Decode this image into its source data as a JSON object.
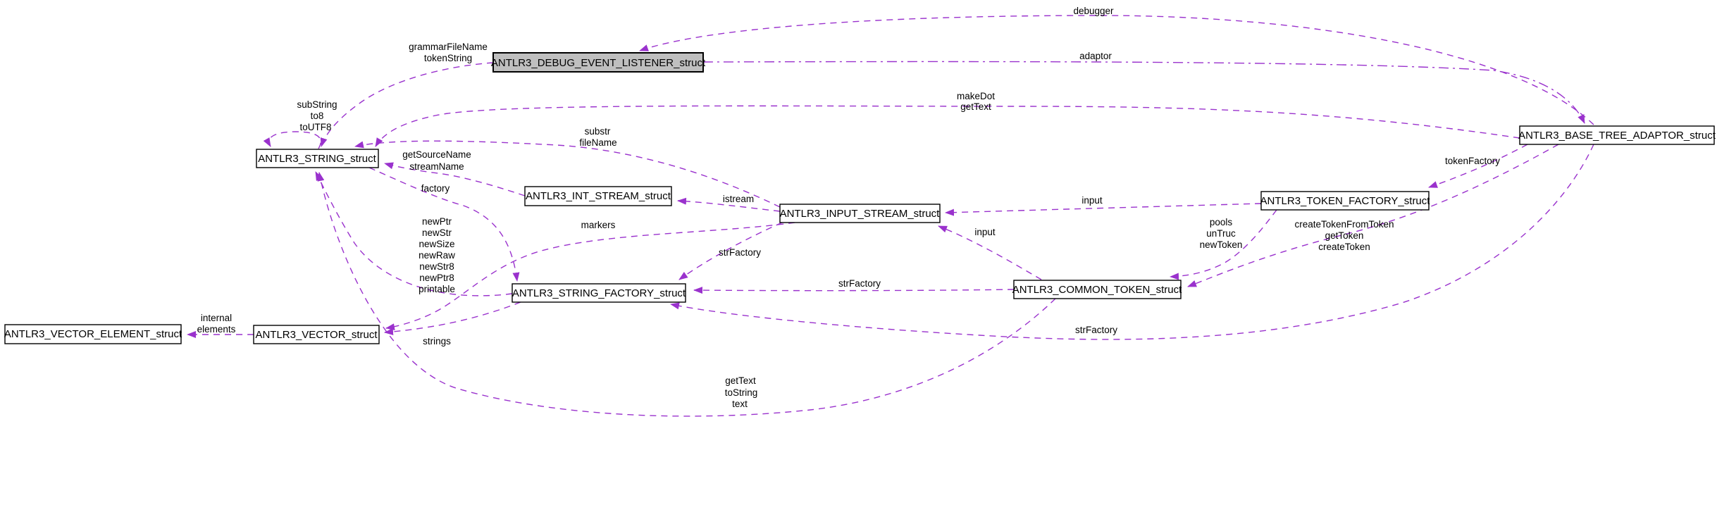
{
  "diagram_type": "collaboration-graph",
  "colors": {
    "edge": "#9a32cd",
    "node_border": "#000000",
    "node_fill": "#ffffff",
    "highlight_fill": "#bfbfbf",
    "text": "#000000",
    "background": "#ffffff"
  },
  "nodes": [
    {
      "id": "debug_event_listener",
      "label": "ANTLR3_DEBUG_EVENT_LISTENER_struct",
      "highlighted": true
    },
    {
      "id": "string",
      "label": "ANTLR3_STRING_struct",
      "highlighted": false
    },
    {
      "id": "int_stream",
      "label": "ANTLR3_INT_STREAM_struct",
      "highlighted": false
    },
    {
      "id": "input_stream",
      "label": "ANTLR3_INPUT_STREAM_struct",
      "highlighted": false
    },
    {
      "id": "token_factory",
      "label": "ANTLR3_TOKEN_FACTORY_struct",
      "highlighted": false
    },
    {
      "id": "base_tree_adaptor",
      "label": "ANTLR3_BASE_TREE_ADAPTOR_struct",
      "highlighted": false
    },
    {
      "id": "string_factory",
      "label": "ANTLR3_STRING_FACTORY_struct",
      "highlighted": false
    },
    {
      "id": "common_token",
      "label": "ANTLR3_COMMON_TOKEN_struct",
      "highlighted": false
    },
    {
      "id": "vector_element",
      "label": "ANTLR3_VECTOR_ELEMENT_struct",
      "highlighted": false
    },
    {
      "id": "vector",
      "label": "ANTLR3_VECTOR_struct",
      "highlighted": false
    }
  ],
  "edge_labels": [
    {
      "id": "debugger",
      "lines": [
        "debugger"
      ]
    },
    {
      "id": "adaptor",
      "lines": [
        "adaptor"
      ]
    },
    {
      "id": "grammar_file_name",
      "lines": [
        "grammarFileName",
        "tokenString"
      ]
    },
    {
      "id": "make_dot",
      "lines": [
        "makeDot",
        "getText"
      ]
    },
    {
      "id": "sub_string",
      "lines": [
        "subString",
        "to8",
        "toUTF8"
      ]
    },
    {
      "id": "substr",
      "lines": [
        "substr",
        "fileName"
      ]
    },
    {
      "id": "get_source_name",
      "lines": [
        "getSourceName",
        "streamName"
      ]
    },
    {
      "id": "token_factory",
      "lines": [
        "tokenFactory"
      ]
    },
    {
      "id": "factory",
      "lines": [
        "factory"
      ]
    },
    {
      "id": "istream",
      "lines": [
        "istream"
      ]
    },
    {
      "id": "markers",
      "lines": [
        "markers"
      ]
    },
    {
      "id": "new_ptr_group",
      "lines": [
        "newPtr",
        "newStr",
        "newSize",
        "newRaw",
        "newStr8",
        "newPtr8",
        "printable"
      ]
    },
    {
      "id": "str_factory_from_input_stream",
      "lines": [
        "strFactory"
      ]
    },
    {
      "id": "str_factory_from_common_token",
      "lines": [
        "strFactory"
      ]
    },
    {
      "id": "str_factory_from_adaptor",
      "lines": [
        "strFactory"
      ]
    },
    {
      "id": "input_from_token_factory",
      "lines": [
        "input"
      ]
    },
    {
      "id": "input_from_common_token",
      "lines": [
        "input"
      ]
    },
    {
      "id": "pools_group",
      "lines": [
        "pools",
        "unTruc",
        "newToken"
      ]
    },
    {
      "id": "create_token_group",
      "lines": [
        "createTokenFromToken",
        "getToken",
        "createToken"
      ]
    },
    {
      "id": "internal_elements",
      "lines": [
        "internal",
        "elements"
      ]
    },
    {
      "id": "strings",
      "lines": [
        "strings"
      ]
    },
    {
      "id": "get_text_group",
      "lines": [
        "getText",
        "toString",
        "text"
      ]
    }
  ]
}
